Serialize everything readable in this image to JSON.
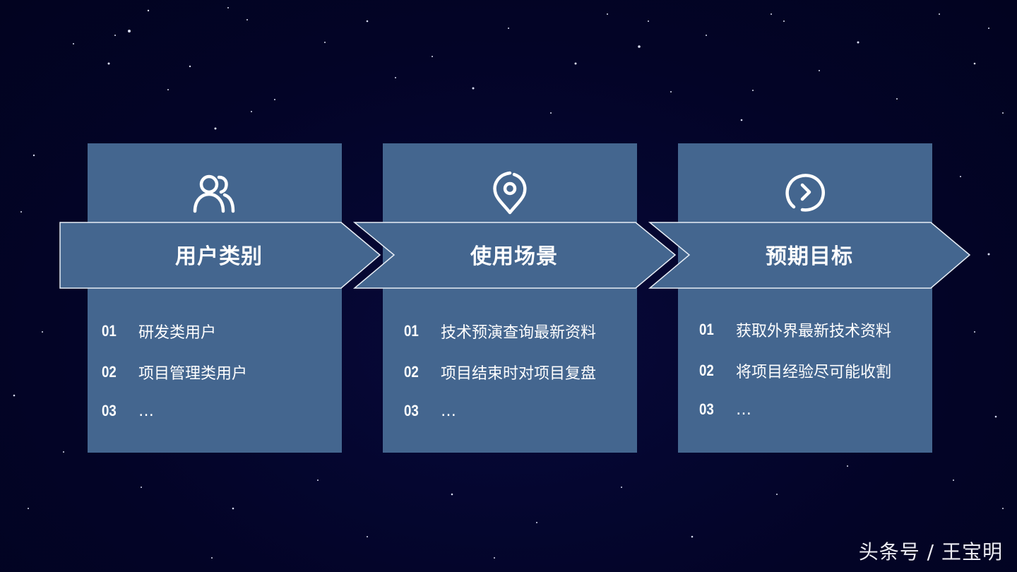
{
  "colors": {
    "background": "#030427",
    "panel": "#44668f",
    "ribbon": "#44668f",
    "ribbon_stroke": "#e8eef6",
    "text": "#ffffff"
  },
  "columns": [
    {
      "icon": "users-icon",
      "title": "用户类别",
      "items": [
        {
          "num": "01",
          "text": "研发类用户"
        },
        {
          "num": "02",
          "text": "项目管理类用户"
        },
        {
          "num": "03",
          "text": "…"
        }
      ]
    },
    {
      "icon": "location-pin-icon",
      "title": "使用场景",
      "items": [
        {
          "num": "01",
          "text": "技术预演查询最新资料"
        },
        {
          "num": "02",
          "text": "项目结束时对项目复盘"
        },
        {
          "num": "03",
          "text": "…"
        }
      ]
    },
    {
      "icon": "chevron-right-circle-icon",
      "title": "预期目标",
      "items": [
        {
          "num": "01",
          "text": "获取外界最新技术资料"
        },
        {
          "num": "02",
          "text": "将项目经验尽可能收割"
        },
        {
          "num": "03",
          "text": "…"
        }
      ]
    }
  ],
  "watermark": "头条号 / 王宝明"
}
